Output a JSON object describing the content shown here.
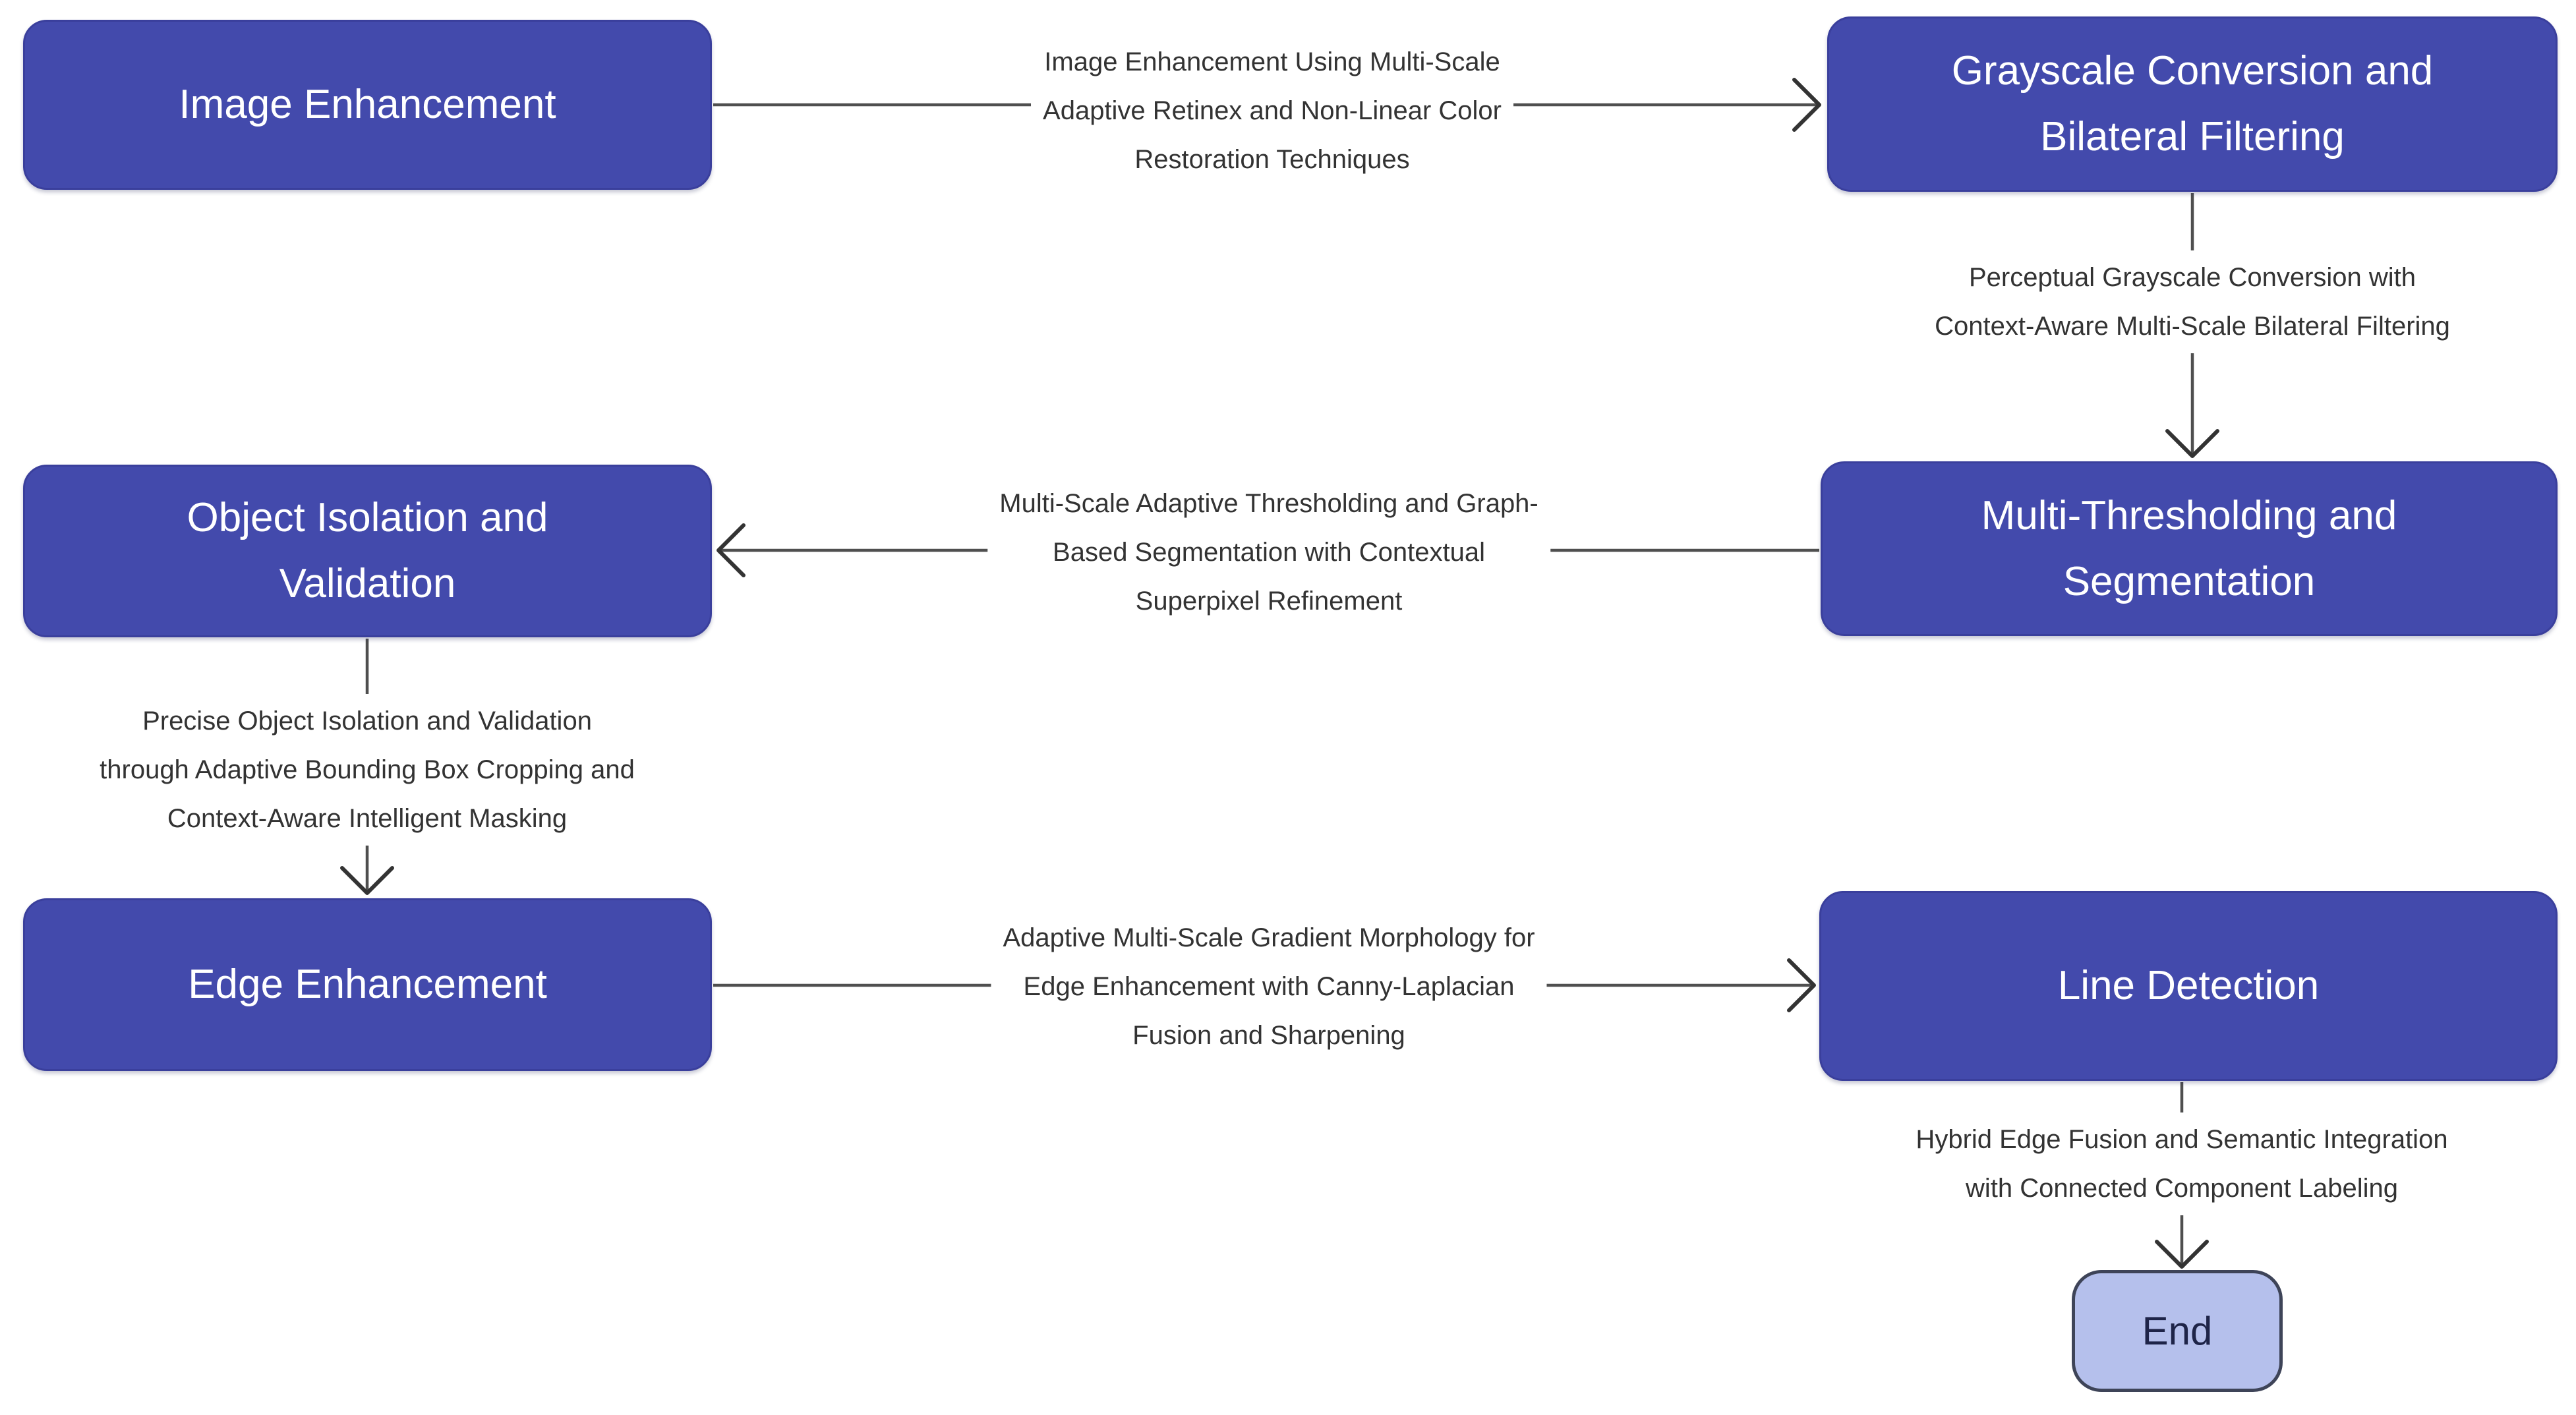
{
  "diagram": {
    "type": "flowchart",
    "background": "#ffffff"
  },
  "nodes": [
    {
      "id": "image-enhancement",
      "label": "Image Enhancement"
    },
    {
      "id": "grayscale-conversion-and-bilateral-filtering",
      "label": "Grayscale Conversion and\nBilateral Filtering"
    },
    {
      "id": "multi-thresholding-and-segmentation",
      "label": "Multi-Thresholding and\nSegmentation"
    },
    {
      "id": "object-isolation-and-validation",
      "label": "Object Isolation and\nValidation"
    },
    {
      "id": "edge-enhancement",
      "label": "Edge Enhancement"
    },
    {
      "id": "line-detection",
      "label": "Line Detection"
    },
    {
      "id": "end",
      "label": "End"
    }
  ],
  "edges": [
    {
      "from": "image-enhancement",
      "to": "grayscale-conversion-and-bilateral-filtering",
      "label": "Image Enhancement Using Multi-Scale\nAdaptive Retinex and Non-Linear Color\nRestoration Techniques"
    },
    {
      "from": "grayscale-conversion-and-bilateral-filtering",
      "to": "multi-thresholding-and-segmentation",
      "label": "Perceptual Grayscale Conversion with\nContext-Aware Multi-Scale Bilateral Filtering"
    },
    {
      "from": "multi-thresholding-and-segmentation",
      "to": "object-isolation-and-validation",
      "label": "Multi-Scale Adaptive Thresholding and Graph-\nBased Segmentation with Contextual\nSuperpixel Refinement"
    },
    {
      "from": "object-isolation-and-validation",
      "to": "edge-enhancement",
      "label": "Precise Object Isolation and Validation\nthrough Adaptive Bounding Box Cropping and\nContext-Aware Intelligent Masking"
    },
    {
      "from": "edge-enhancement",
      "to": "line-detection",
      "label": "Adaptive Multi-Scale Gradient Morphology for\nEdge Enhancement with Canny-Laplacian\nFusion and Sharpening"
    },
    {
      "from": "line-detection",
      "to": "end",
      "label": "Hybrid Edge Fusion and Semantic Integration\nwith Connected Component Labeling"
    }
  ],
  "colors": {
    "bg": "#ffffff",
    "node-fill": "#434aac",
    "node-border": "#3a3f9c",
    "node-text": "#ffffff",
    "end-fill": "#b5c0ec",
    "end-border": "#3e4458",
    "end-text": "#1e2448",
    "edge-line": "#4f4f4f",
    "arrowhead": "#333333",
    "edge-label-text": "#333333"
  }
}
